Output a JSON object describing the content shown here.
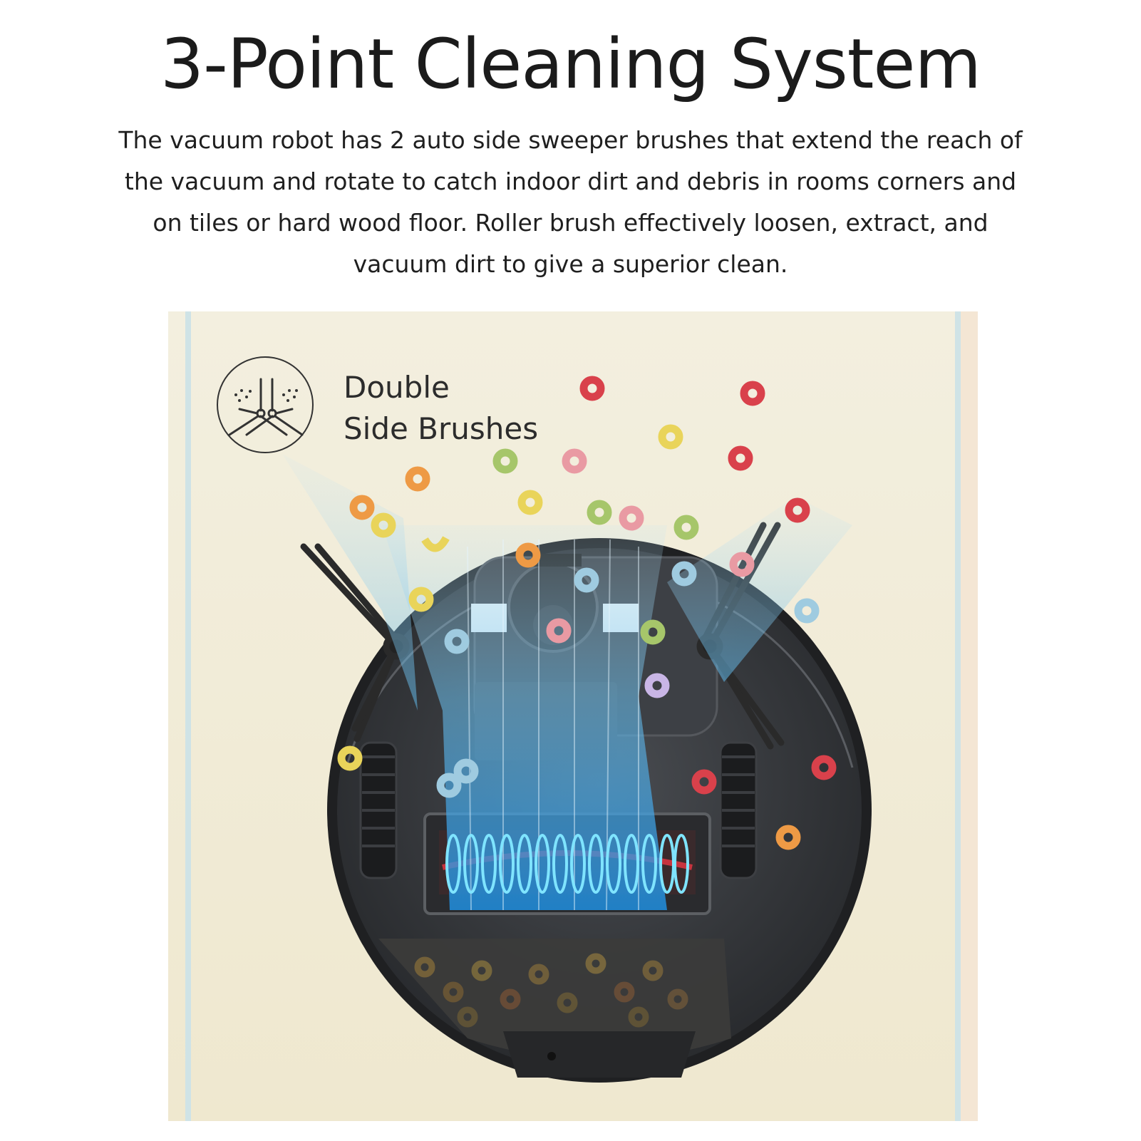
{
  "header": {
    "title": "3-Point Cleaning System",
    "description_lines": [
      "The vacuum robot has 2 auto side sweeper brushes that extend the reach of",
      "the vacuum and rotate to catch indoor dirt and debris in rooms corners and",
      "on tiles or hard wood floor. Roller brush effectively loosen, extract, and",
      "vacuum dirt to give a superior clean."
    ]
  },
  "feature": {
    "icon": "side-brushes-icon",
    "label_line1": "Double",
    "label_line2": "Side Brushes"
  },
  "colors": {
    "panel_background": "#f0eacf",
    "airflow_blue": "#4aa8e6",
    "robot_body": "#2e3033",
    "cereal_red": "#d9414b",
    "cereal_yellow": "#e9d45a",
    "cereal_green": "#a6c66a",
    "cereal_orange": "#ee9a45",
    "cereal_blue": "#9fcbe0",
    "cereal_pink": "#e99aa3"
  }
}
